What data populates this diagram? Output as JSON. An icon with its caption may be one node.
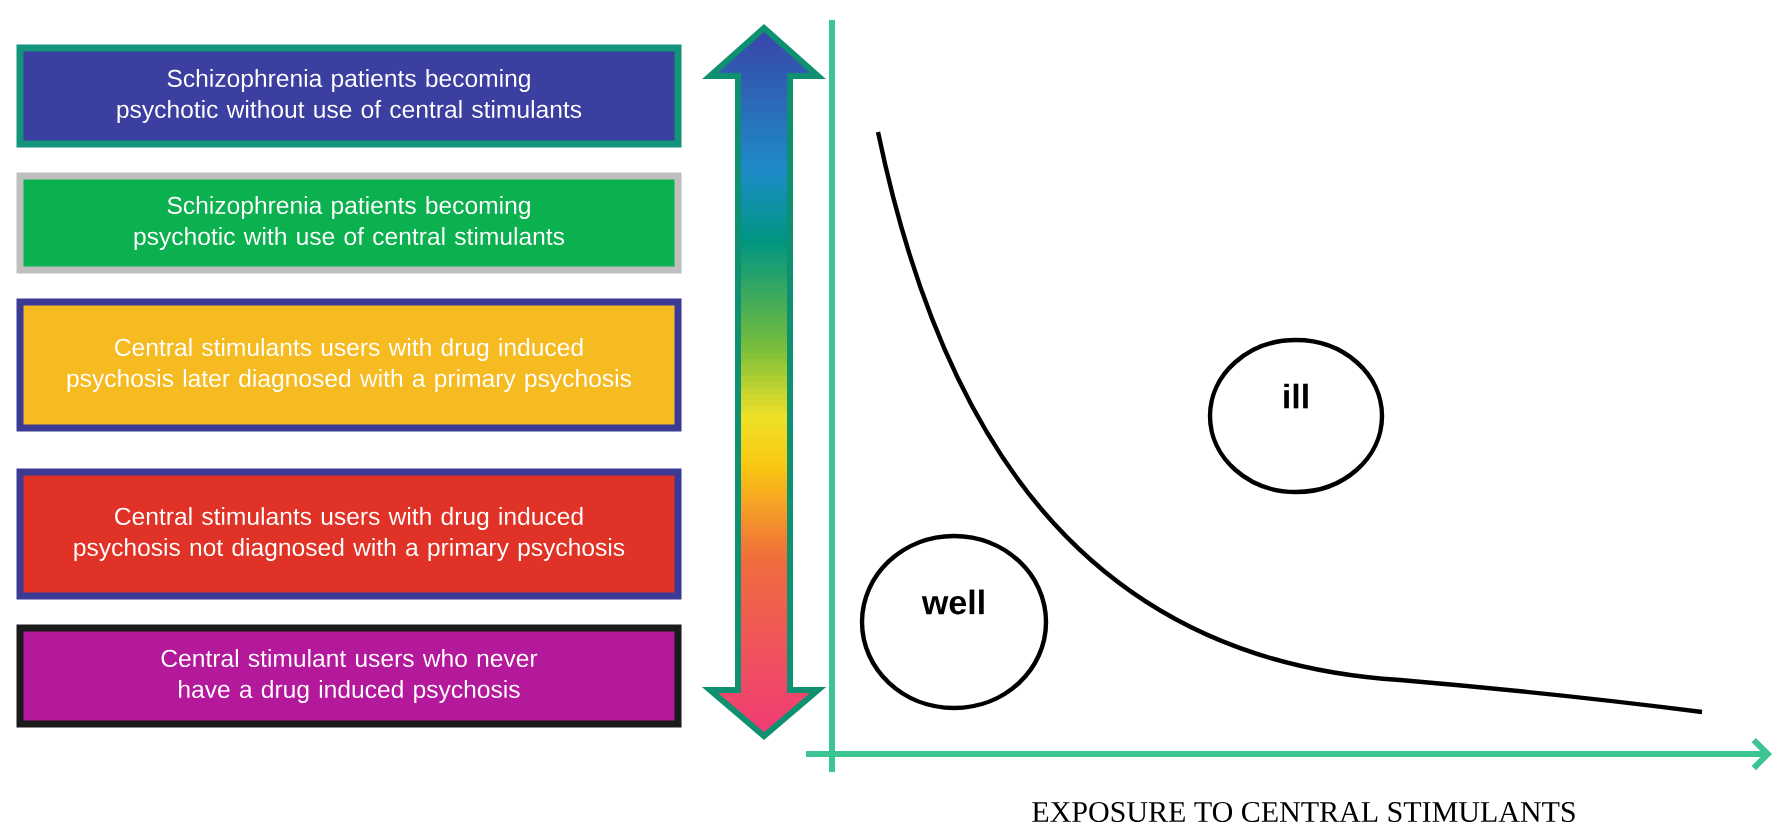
{
  "diagram": {
    "nodes": [
      {
        "text": [
          "Schizophrenia patients becoming psychotic without use of central stimulants"
        ]
      },
      {
        "text": [
          "Schizophrenia patients becoming psychotic with use of central stimulants"
        ]
      },
      {
        "text": [
          "Central stimulants users with drug induced psychosis later diagnosed with a primary psychosis"
        ]
      },
      {
        "text": [
          "Central stimulants users with drug induced psychosis not diagnosed with a primary psychosis"
        ]
      },
      {
        "text": [
          "Central stimulant users who never have a drug induced psychosis"
        ]
      },
      {
        "text": [
          "well"
        ]
      },
      {
        "text": [
          "ill"
        ]
      }
    ],
    "labels": [
      "EXPOSURE TO CENTRAL STIMULANTS"
    ]
  }
}
